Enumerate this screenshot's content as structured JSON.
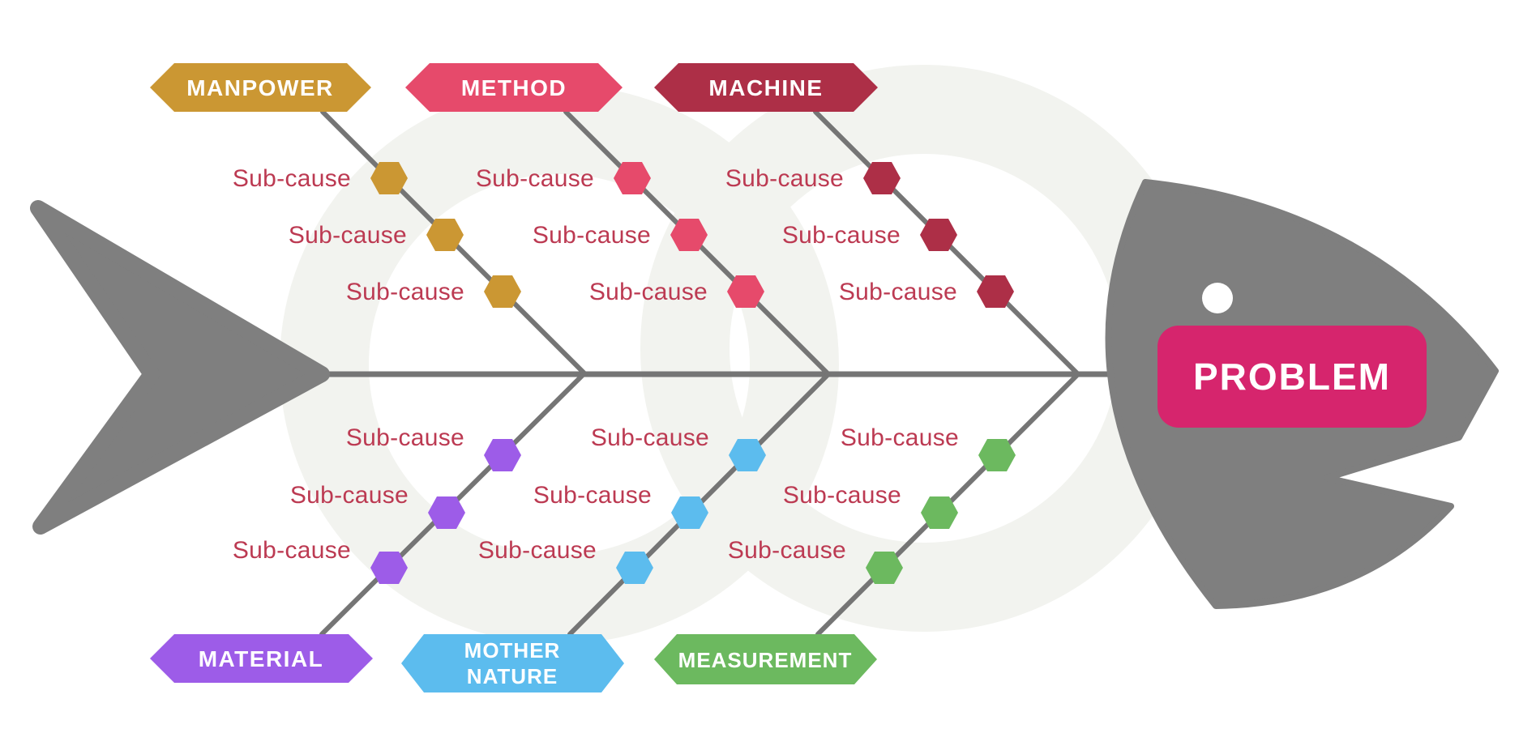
{
  "problem": {
    "label": "PROBLEM",
    "box_color": "#D6256D"
  },
  "colors": {
    "line": "#757575",
    "fish": "#7F7F7F",
    "eye": "#FFFFFF",
    "subcause_text": "#BC3A52",
    "watermark": "#F2F3EF"
  },
  "branches": [
    {
      "label": "MANPOWER",
      "color": "#CB9733",
      "side": "top",
      "sub_causes": [
        "Sub-cause",
        "Sub-cause",
        "Sub-cause"
      ]
    },
    {
      "label": "METHOD",
      "color": "#E64A6B",
      "side": "top",
      "sub_causes": [
        "Sub-cause",
        "Sub-cause",
        "Sub-cause"
      ]
    },
    {
      "label": "MACHINE",
      "color": "#AD2F47",
      "side": "top",
      "sub_causes": [
        "Sub-cause",
        "Sub-cause",
        "Sub-cause"
      ]
    },
    {
      "label": "MATERIAL",
      "color": "#9D5CE8",
      "side": "bottom",
      "sub_causes": [
        "Sub-cause",
        "Sub-cause",
        "Sub-cause"
      ]
    },
    {
      "label": "MOTHER NATURE",
      "label_lines": [
        "MOTHER",
        "NATURE"
      ],
      "color": "#5CBCEE",
      "side": "bottom",
      "sub_causes": [
        "Sub-cause",
        "Sub-cause",
        "Sub-cause"
      ]
    },
    {
      "label": "MEASUREMENT",
      "color": "#6CB95F",
      "side": "bottom",
      "sub_causes": [
        "Sub-cause",
        "Sub-cause",
        "Sub-cause"
      ]
    }
  ]
}
